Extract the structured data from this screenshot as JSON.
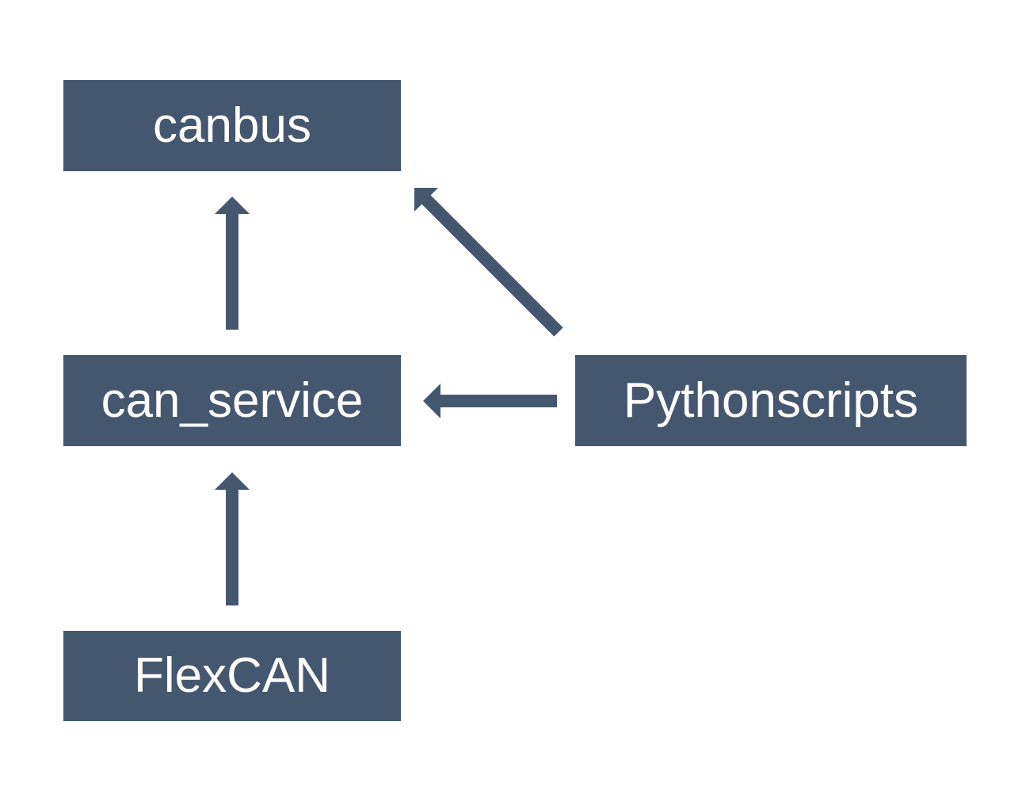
{
  "diagram": {
    "nodes": {
      "canbus": {
        "label": "canbus"
      },
      "can_service": {
        "label": "can_service"
      },
      "flexcan": {
        "label": "FlexCAN"
      },
      "pythonscripts": {
        "label": "Pythonscripts"
      }
    },
    "edges": [
      {
        "from": "can_service",
        "to": "canbus"
      },
      {
        "from": "flexcan",
        "to": "can_service"
      },
      {
        "from": "pythonscripts",
        "to": "can_service"
      },
      {
        "from": "pythonscripts",
        "to": "canbus"
      }
    ],
    "colors": {
      "node_fill": "#44576f",
      "node_text": "#ffffff",
      "arrow": "#44576f",
      "background": "#ffffff"
    }
  }
}
